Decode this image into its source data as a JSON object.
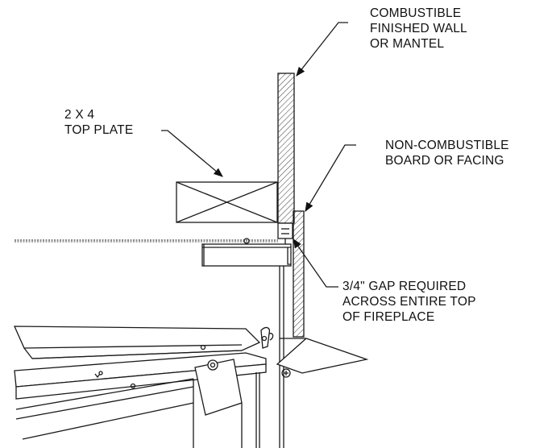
{
  "labels": {
    "combustible_wall": [
      "COMBUSTIBLE",
      "FINISHED WALL",
      "OR MANTEL"
    ],
    "top_plate": [
      "2 X 4",
      "TOP PLATE"
    ],
    "non_combustible": [
      "NON-COMBUSTIBLE",
      "BOARD OR FACING"
    ],
    "gap": [
      "3/4\" GAP REQUIRED",
      "ACROSS ENTIRE TOP",
      "OF FIREPLACE"
    ]
  },
  "colors": {
    "line": "#1a1a1a",
    "background": "#ffffff"
  }
}
